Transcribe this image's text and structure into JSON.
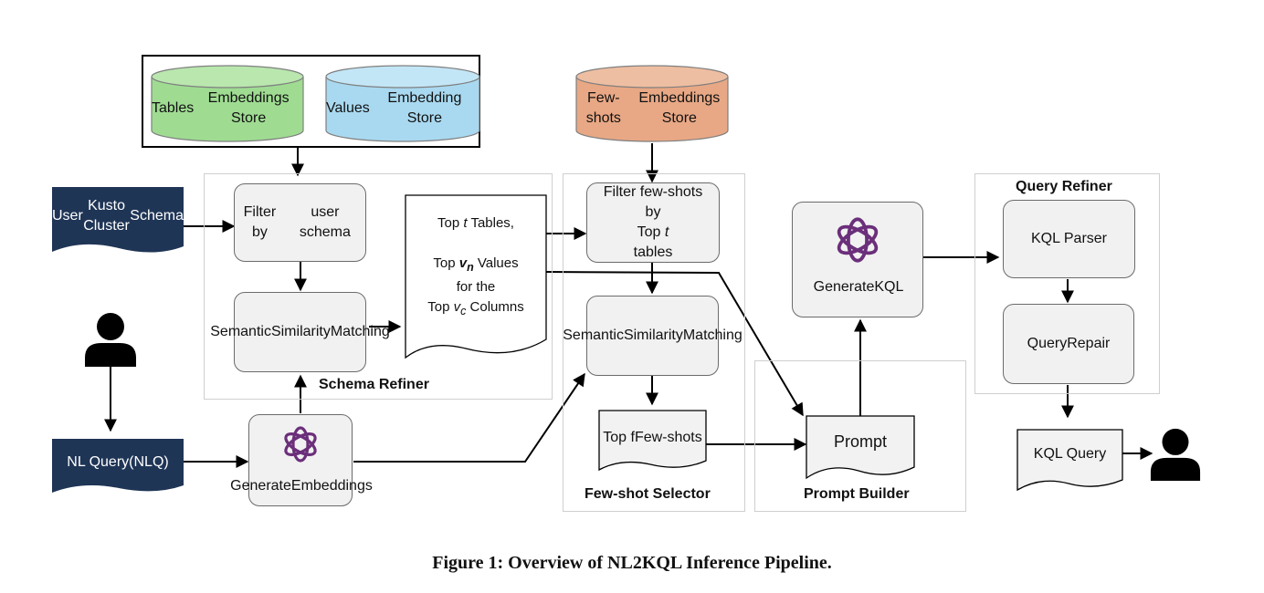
{
  "stores": {
    "tables": "Tables\nEmbeddings Store",
    "values": "Values\nEmbedding Store",
    "fewshots": "Few-shots\nEmbeddings Store",
    "colors": {
      "tables": "#9fdc92",
      "values": "#a9d9f0",
      "fewshots": "#e8a885"
    }
  },
  "inputs": {
    "schema": "User\nKusto Cluster\nSchema",
    "nlq": "NL Query\n(NLQ)",
    "color": "#1f3556"
  },
  "schema_refiner": {
    "label": "Schema Refiner",
    "filter": "Filter by\nuser schema",
    "semantic": "Semantic\nSimilarity\nMatching",
    "doc": {
      "line1_pre": "Top ",
      "line1_var": "t",
      "line1_post": " Tables,",
      "line2_pre": "Top ",
      "line2_var": "v",
      "line2_sub": "n",
      "line2_post": " Values",
      "line3": "for the",
      "line4_pre": "Top ",
      "line4_var": "v",
      "line4_sub": "c",
      "line4_post": " Columns"
    }
  },
  "generate_embeddings": "Generate\nEmbeddings",
  "fewshot_selector": {
    "label": "Few-shot Selector",
    "filter_pre": "Filter few-shots\nby\nTop ",
    "filter_var": "t",
    "filter_post": " tables",
    "semantic": "Semantic\nSimilarity\nMatching",
    "topf": "Top f\nFew-shots"
  },
  "prompt_builder": {
    "label": "Prompt Builder",
    "prompt": "Prompt"
  },
  "generate_kql": "Generate\nKQL",
  "query_refiner": {
    "label": "Query Refiner",
    "parser": "KQL Parser",
    "repair": "Query\nRepair"
  },
  "output": "KQL Query",
  "icons": {
    "user_top": "user-icon",
    "user_bottom": "user-icon",
    "openai": "openai-logo-icon"
  },
  "caption": "Figure 1: Overview of NL2KQL Inference Pipeline."
}
